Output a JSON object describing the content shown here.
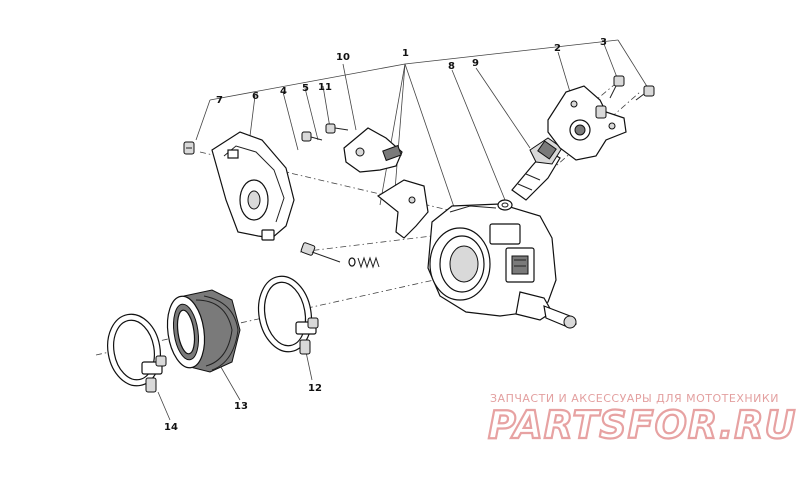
{
  "diagram": {
    "callouts": {
      "c1": "1",
      "c2": "2",
      "c3": "3",
      "c4": "4",
      "c5": "5",
      "c6": "6",
      "c7": "7",
      "c8": "8",
      "c9": "9",
      "c10": "10",
      "c11": "11",
      "c12": "12",
      "c13": "13",
      "c14": "14"
    }
  },
  "watermark": {
    "tagline": "ЗАПЧАСТИ И АКСЕССУАРЫ ДЛЯ МОТОТЕХНИКИ",
    "brand": "PARTSFOR.RU"
  },
  "colors": {
    "ink": "#111111",
    "watermark": "#e7a2a2",
    "background": "#ffffff"
  }
}
